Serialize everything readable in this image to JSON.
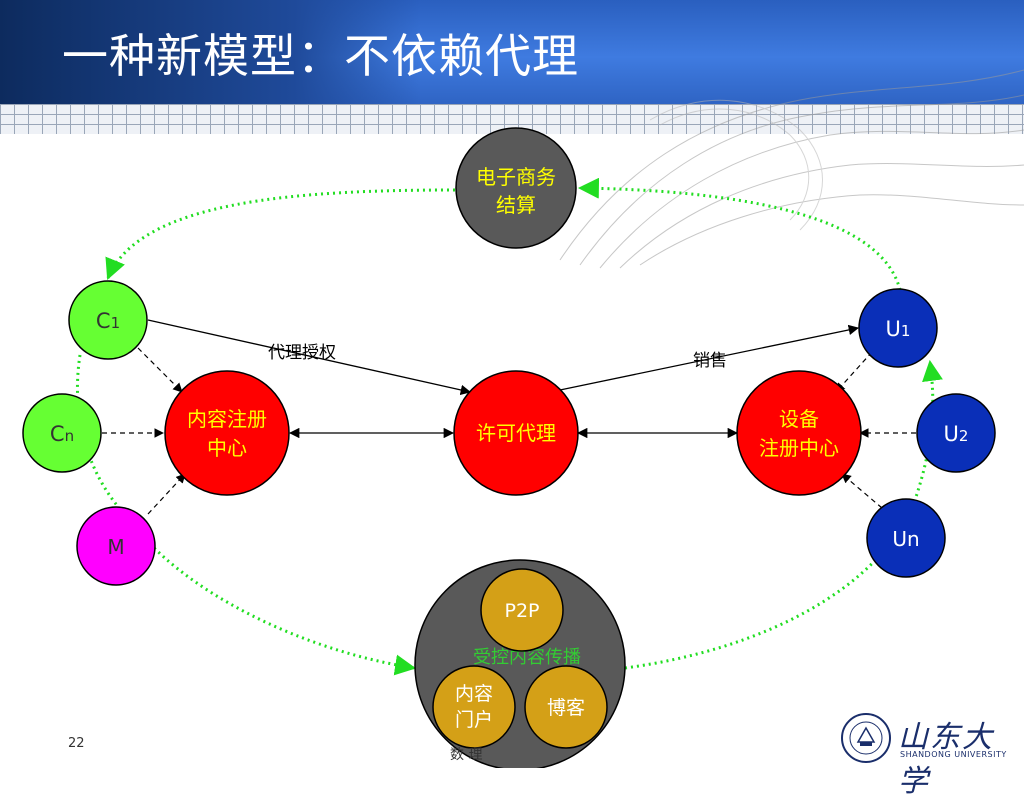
{
  "slide": {
    "title": "一种新模型：不依赖代理",
    "page_number": "22",
    "footer_text": "数                   理",
    "logo_text_cn": "山东大学",
    "logo_text_en": "SHANDONG UNIVERSITY"
  },
  "nodes": {
    "ecommerce": [
      "电子商务",
      "结算"
    ],
    "c1": [
      "C",
      "1"
    ],
    "cn": [
      "C",
      "n"
    ],
    "m": "M",
    "u1": [
      "U",
      "1"
    ],
    "u2": [
      "U",
      "2"
    ],
    "un": "Un",
    "content_reg": [
      "内容注册",
      "中心"
    ],
    "license_agent": "许可代理",
    "device_reg": [
      "设备",
      "注册中心"
    ],
    "p2p": "P2P",
    "controlled": "受控内容传播",
    "portal": [
      "内容",
      "门户"
    ],
    "blog": "博客"
  },
  "edges": {
    "agent_auth": "代理授权",
    "sales": "销售"
  },
  "colors": {
    "green_node": "#66ff33",
    "red_node": "#ff0000",
    "blue_node": "#0a2fb8",
    "magenta_node": "#ff00ff",
    "gray_node": "#595959",
    "gold_node": "#d4a017",
    "yellow_text": "#ffff00",
    "green_text": "#33cc33",
    "dotted_green": "#22dd22"
  }
}
